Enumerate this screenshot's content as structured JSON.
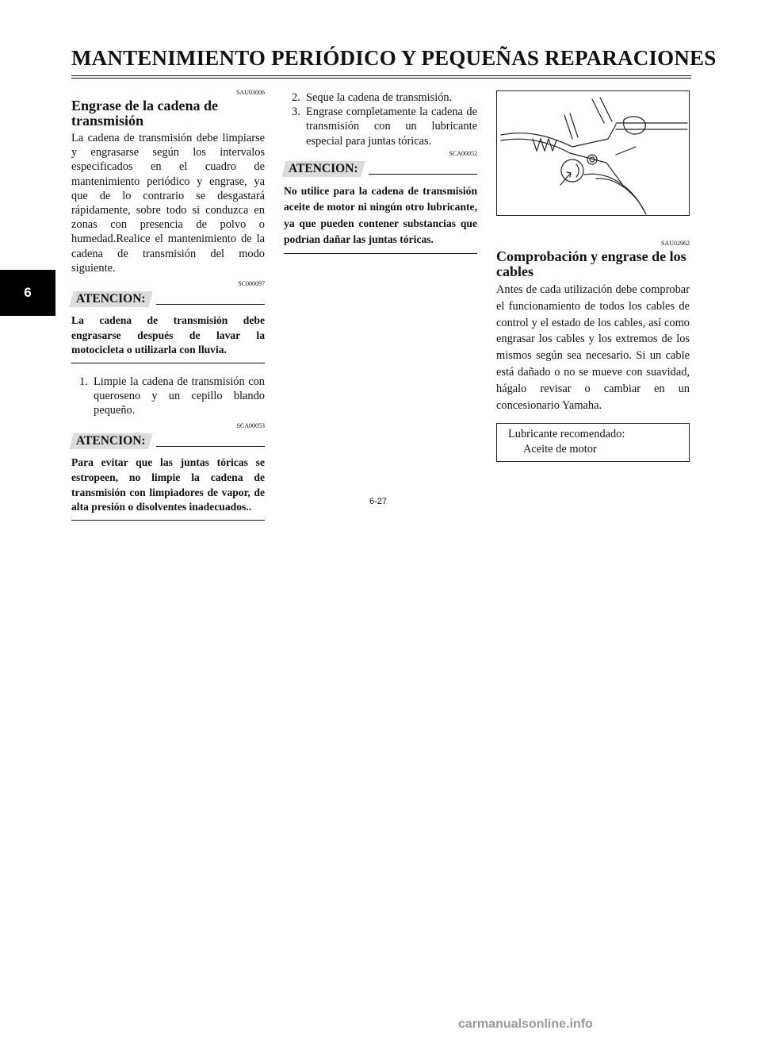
{
  "header": {
    "title": "MANTENIMIENTO PERIÓDICO Y PEQUEÑAS REPARACIONES"
  },
  "chapter_tab": "6",
  "page_number": "6-27",
  "watermark": "carmanualsonline.info",
  "col1": {
    "code": "SAU03006",
    "title": "Engrase de la cadena de transmisión",
    "body": "La cadena de transmisión debe limpiarse y engrasarse según los intervalos especificados en el cuadro de mantenimiento periódico y engrase, ya que de lo contrario se desgastará rápidamente, sobre todo si conduzca en zonas con presencia de polvo o humedad.Realice el mantenimiento de la cadena de transmisión del modo siguiente.",
    "warn1": {
      "code": "SC000097",
      "label": "ATENCION:",
      "text": "La cadena de transmisión debe engrasarse después de lavar la motocicleta o utilizarla con lluvia."
    },
    "step1": {
      "num": "1.",
      "text": "Limpie la cadena de transmisión con queroseno y un cepillo blando pequeño."
    },
    "warn2": {
      "code": "SCA00053",
      "label": "ATENCION:",
      "text": "Para evitar que las juntas tóricas se estropeen, no limpie la cadena de transmisión con limpiadores de vapor, de alta presión o disolventes inadecuados.."
    }
  },
  "col2": {
    "step2": {
      "num": "2.",
      "text": "Seque la cadena de transmisión."
    },
    "step3": {
      "num": "3.",
      "text": "Engrase completamente la cadena de transmisión con un lubricante especial para juntas tóricas."
    },
    "warn3": {
      "code": "SCA00052",
      "label": "ATENCION:",
      "text": "No utilice para la cadena de transmisión aceite de motor ni ningún otro lubricante, ya que pueden contener substancias que podrían dañar las juntas tóricas."
    }
  },
  "col3": {
    "figure_icon": "cable-lubrication-illustration",
    "code": "SAU02962",
    "title": "Comprobación y engrase de los cables",
    "body": "Antes de cada utilización debe comprobar el funcionamiento de todos los cables de control y el estado de los cables, así como engrasar los cables y los extremos de los mismos según sea necesario. Si un cable está dañado o no se mueve con suavidad, hágalo revisar o cambiar en un concesionario Yamaha.",
    "spec_label": "Lubricante recomendado:",
    "spec_value": "Aceite de motor"
  }
}
